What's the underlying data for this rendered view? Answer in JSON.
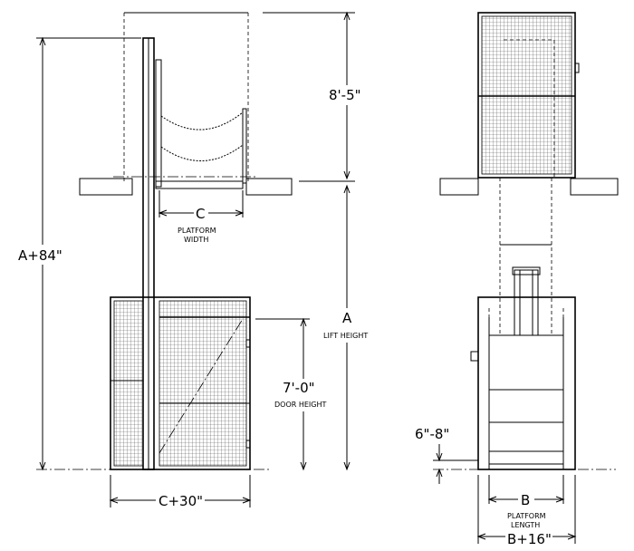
{
  "dimensions": {
    "overall_height": "A+84\"",
    "top_clearance": "8'-5\"",
    "platform_width_dim": "C",
    "platform_width_label_1": "PLATFORM",
    "platform_width_label_2": "WIDTH",
    "lift_height_dim": "A",
    "lift_height_label": "LIFT HEIGHT",
    "door_height_dim": "7'-0\"",
    "door_height_label": "DOOR HEIGHT",
    "enclosure_width_dim": "C+30\"",
    "pit_depth_dim": "6\"-8\"",
    "platform_length_dim": "B",
    "platform_length_label_1": "PLATFORM",
    "platform_length_label_2": "LENGTH",
    "overall_length_dim": "B+16\""
  },
  "colors": {
    "line": "#000000",
    "mesh": "#555555",
    "background": "#ffffff"
  }
}
